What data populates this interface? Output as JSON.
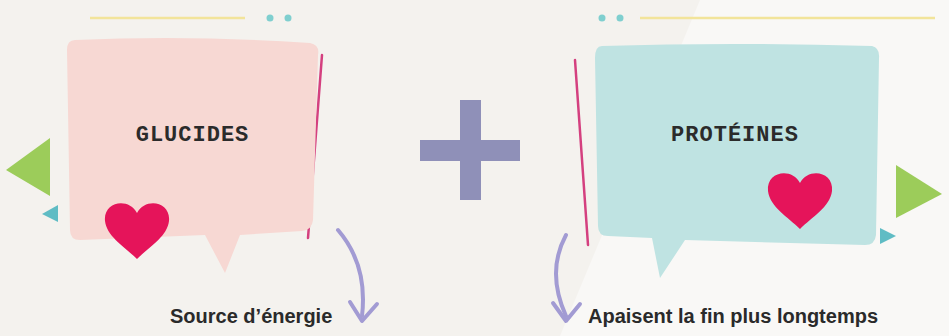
{
  "diagram": {
    "nodes": [
      {
        "text": [
          "GLUCIDES"
        ]
      },
      {
        "text": [
          "PROTÉINES"
        ]
      }
    ],
    "labels": [
      "Source d’énergie",
      "Apaisent la fin plus longtemps"
    ]
  }
}
